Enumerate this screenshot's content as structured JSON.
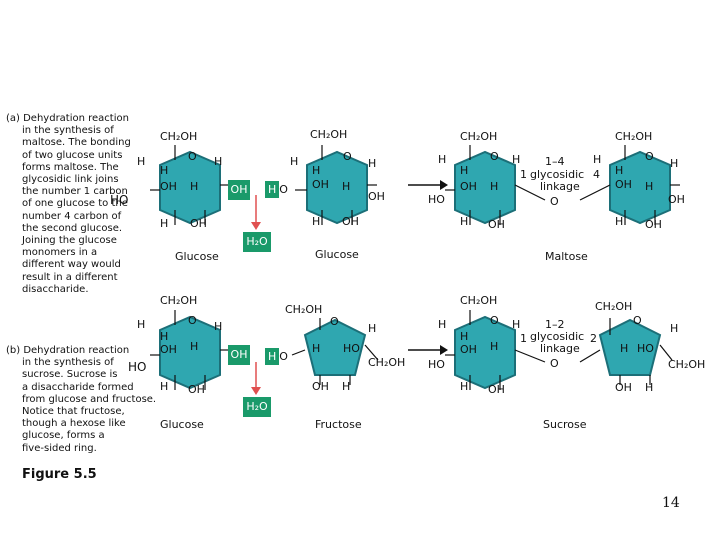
{
  "caption_a": [
    "(a) Dehydration reaction",
    "in the synthesis of",
    "maltose. The bonding",
    "of two glucose units",
    "forms maltose. The",
    "glycosidic link joins",
    "the number 1 carbon",
    "of one glucose to the",
    "number 4 carbon of",
    "the second glucose.",
    "Joining the glucose",
    "monomers in a",
    "different way would",
    "result in a different",
    "disaccharide."
  ],
  "caption_b": [
    "(b) Dehydration reaction",
    "in the synthesis of",
    "sucrose. Sucrose is",
    "a disaccharide formed",
    "from glucose and fructose.",
    "Notice that fructose,",
    "though a hexose like",
    "glucose, forms a",
    "five-sided ring."
  ],
  "labels": {
    "ch2oh": "CH₂OH",
    "o": "O",
    "h": "H",
    "oh": "OH",
    "ho": "HO",
    "h2o": "H₂O",
    "glucose": "Glucose",
    "fructose": "Fructose",
    "maltose": "Maltose",
    "sucrose": "Sucrose",
    "link_14": "1–4",
    "link_12": "1–2",
    "glycosidic": "glycosidic",
    "linkage": "linkage",
    "num1": "1",
    "num4": "4",
    "num2": "2"
  },
  "colors": {
    "ring_fill": "#2fa7b0",
    "ring_edge": "#1c6f78",
    "highlight": "#1a9a6a",
    "arrow": "#e05050"
  },
  "figure_label": "Figure 5.5",
  "page_number": "14"
}
